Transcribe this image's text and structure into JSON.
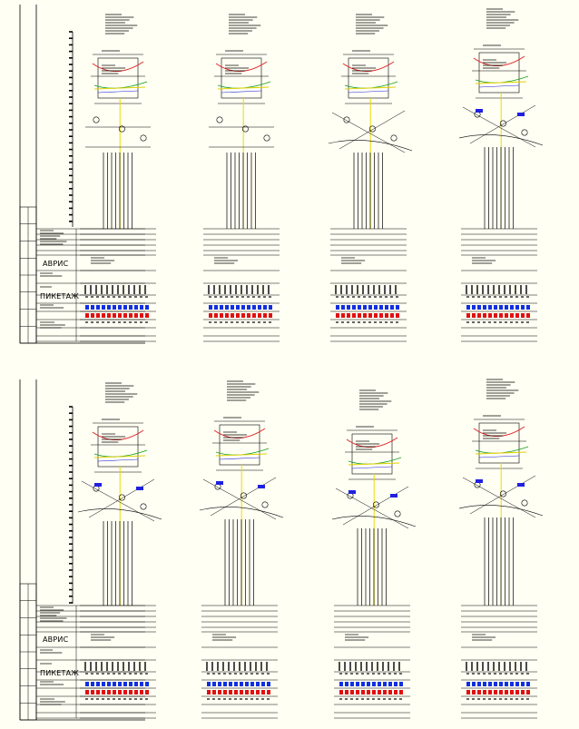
{
  "sheets": [
    {
      "avris_label": "АВРИС",
      "piketazh_label": "ПИКЕТАЖ"
    },
    {
      "avris_label": "АВРИС",
      "piketazh_label": "ПИКЕТАЖ"
    }
  ],
  "colors": {
    "background": "#fffff4",
    "line": "#000000",
    "profile_red": "#e02020",
    "profile_green": "#1aa01a",
    "profile_yellow": "#e0d000",
    "profile_blue": "#2020e0",
    "pile_yellow": "#e8dc00",
    "table_blue": "#1030e0",
    "table_red": "#e01010"
  }
}
